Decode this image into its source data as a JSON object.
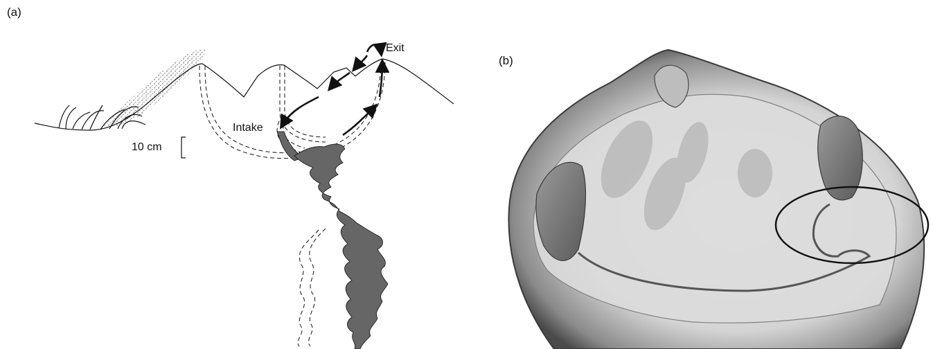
{
  "figure": {
    "panel_a_label": "(a)",
    "panel_b_label": "(b)"
  },
  "panel_a": {
    "scale_label": "10 cm",
    "intake_label": "Intake",
    "exit_label": "Exit"
  },
  "colors": {
    "burrow_fill": "#666666",
    "line": "#111111",
    "shell_dark": "#4a4a4a",
    "shell_light": "#e2e2e2"
  }
}
